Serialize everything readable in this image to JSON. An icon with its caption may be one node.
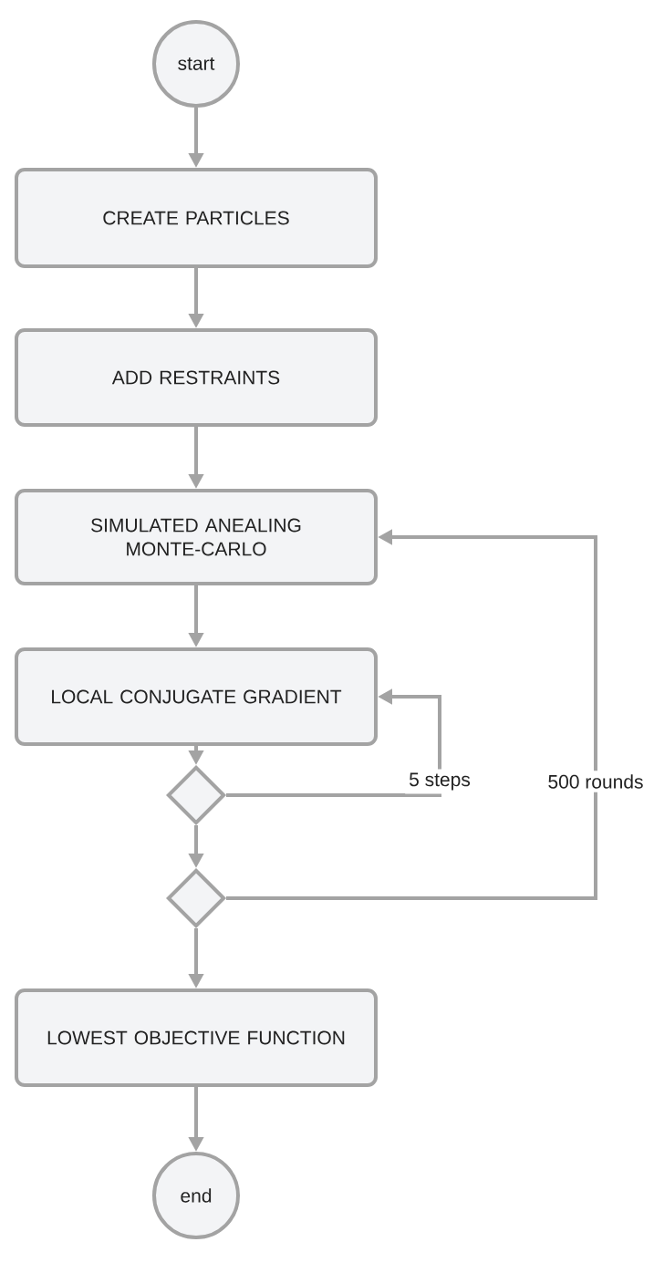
{
  "diagram": {
    "nodes": [
      {
        "text": [
          "start"
        ]
      },
      {
        "text": [
          "CREATE PARTICLES"
        ]
      },
      {
        "text": [
          "ADD RESTRAINTS"
        ]
      },
      {
        "text": [
          "SIMULATED ANEALING MONTE-CARLO"
        ]
      },
      {
        "text": [
          "LOCAL CONJUGATE GRADIENT"
        ]
      },
      {
        "text": [],
        "shape": "diamond"
      },
      {
        "text": [],
        "shape": "diamond"
      },
      {
        "text": [
          "LOWEST OBJECTIVE FUNCTION"
        ]
      },
      {
        "text": [
          "end"
        ]
      }
    ],
    "edges": [
      {
        "from": 0,
        "to": 1,
        "arrow": "to"
      },
      {
        "from": 1,
        "to": 2,
        "arrow": "to"
      },
      {
        "from": 2,
        "to": 3,
        "arrow": "to"
      },
      {
        "from": 3,
        "to": 4,
        "arrow": "to"
      },
      {
        "from": 4,
        "to": 5,
        "arrow": "to"
      },
      {
        "from": 5,
        "to": 6,
        "arrow": "to"
      },
      {
        "from": 6,
        "to": 7,
        "arrow": "to"
      },
      {
        "from": 7,
        "to": 8,
        "arrow": "to"
      },
      {
        "from": 5,
        "to": 4,
        "arrow": "to",
        "label": "5 steps"
      },
      {
        "from": 6,
        "to": 3,
        "arrow": "to",
        "label": "500 rounds"
      }
    ]
  }
}
